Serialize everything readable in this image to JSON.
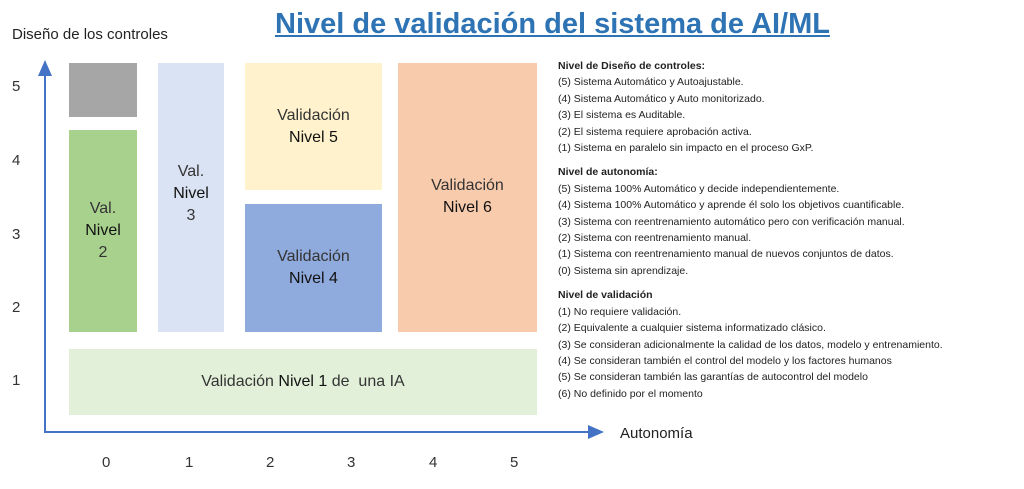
{
  "title": "Nivel de validación del sistema de AI/ML",
  "axes": {
    "y_label": "Diseño de los controles",
    "x_label": "Autonomía",
    "y_ticks": [
      "5",
      "4",
      "3",
      "2",
      "1"
    ],
    "x_ticks": [
      "0",
      "1",
      "2",
      "3",
      "4",
      "5"
    ],
    "axis_color": "#4472c4"
  },
  "boxes": {
    "gray": {
      "color": "#a6a6a6"
    },
    "nivel2": {
      "line1": "Val.",
      "line2": "Nivel",
      "line3": "2",
      "color": "#a9d18e"
    },
    "nivel3": {
      "line1": "Val.",
      "line2": "Nivel",
      "line3": "3",
      "color": "#dae3f3"
    },
    "nivel5": {
      "line1": "Validación",
      "line2": "Nivel 5",
      "color": "#fff2cc"
    },
    "nivel4": {
      "line1": "Validación",
      "line2": "Nivel 4",
      "color": "#8faadc"
    },
    "nivel6": {
      "line1": "Validación",
      "line2": "Nivel 6",
      "color": "#f8cbad"
    },
    "nivel1": {
      "pre": "Validación ",
      "bold": "Nivel 1",
      "post": " de  una IA",
      "color": "#e2f0d9"
    }
  },
  "legend": {
    "diseno": {
      "heading": "Nivel de Diseño de controles:",
      "items": [
        "(5) Sistema Automático y Autoajustable.",
        "(4) Sistema Automático y Auto monitorizado.",
        "(3) El sistema es Auditable.",
        "(2) El sistema requiere aprobación activa.",
        "(1)  Sistema en paralelo sin impacto en el proceso GxP."
      ]
    },
    "autonomia": {
      "heading": "Nivel de autonomía:",
      "items": [
        "(5) Sistema 100% Automático y decide independientemente.",
        "(4) Sistema 100% Automático y aprende él solo los objetivos cuantificable.",
        "(3) Sistema con reentrenamiento automático pero con verificación manual.",
        "(2) Sistema con reentrenamiento manual.",
        "(1) Sistema con reentrenamiento manual de nuevos conjuntos de datos.",
        "(0) Sistema sin aprendizaje."
      ]
    },
    "validacion": {
      "heading": "Nivel de validación",
      "items": [
        "(1)  No requiere validación.",
        "(2)  Equivalente a cualquier sistema informatizado clásico.",
        "(3)  Se consideran adicionalmente la calidad de los datos, modelo y entrenamiento.",
        "(4)  Se consideran también el control del modelo y los factores humanos",
        "(5)  Se consideran también las garantías de autocontrol del modelo",
        "(6)  No definido por el momento"
      ]
    }
  }
}
